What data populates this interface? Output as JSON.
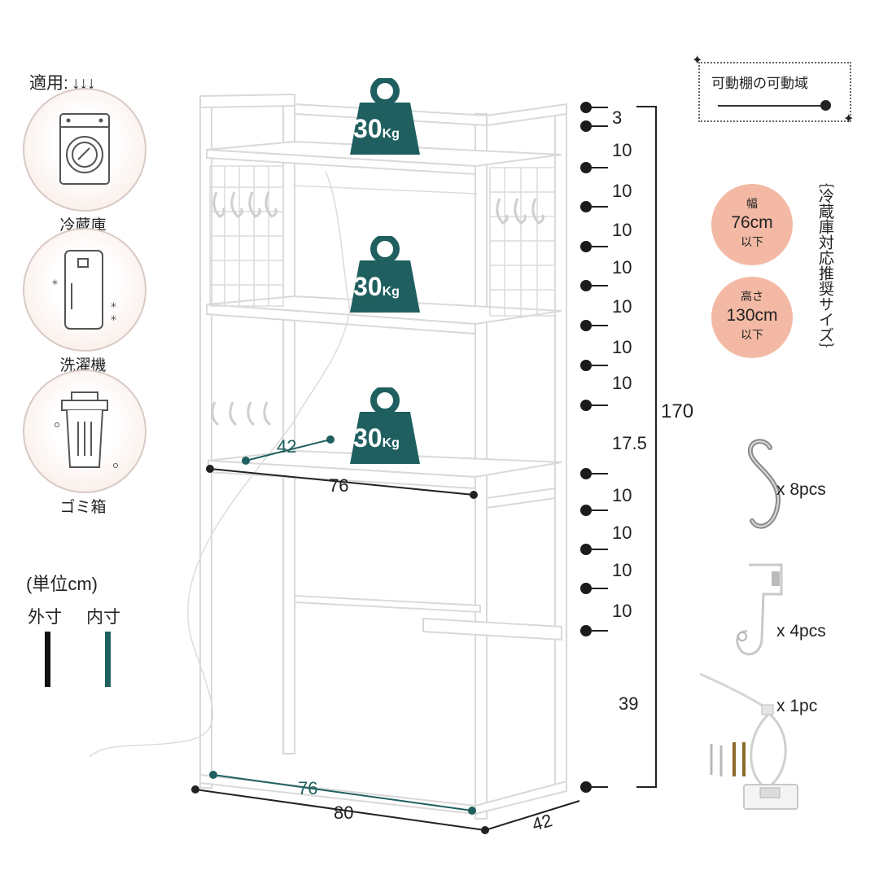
{
  "left_panel": {
    "applies_label": "適用:",
    "arrows": "↓↓↓",
    "items": [
      {
        "label": "冷蔵庫",
        "icon": "washing-machine-icon"
      },
      {
        "label": "洗濯機",
        "icon": "refrigerator-icon"
      },
      {
        "label": "ゴミ箱",
        "icon": "trash-can-icon"
      }
    ],
    "unit_label": "(単位cm)",
    "outer_label": "外寸",
    "inner_label": "内寸",
    "outer_color": "#111111",
    "inner_color": "#1f5f5f"
  },
  "shelf": {
    "load_badges": [
      {
        "value": "30",
        "unit": "Kg"
      },
      {
        "value": "30",
        "unit": "Kg"
      },
      {
        "value": "30",
        "unit": "Kg"
      }
    ],
    "badge_color": "#1f5f5f",
    "dims": {
      "shelf_depth_inner": "42",
      "shelf_width_inner": "76",
      "base_width_inner": "76",
      "base_width_outer": "80",
      "base_depth_outer": "42"
    }
  },
  "vertical_scale": {
    "intervals": [
      "3",
      "10",
      "10",
      "10",
      "10",
      "10",
      "10",
      "10",
      "17.5",
      "10",
      "10",
      "10",
      "10",
      "39"
    ],
    "total_height": "170"
  },
  "right_panel": {
    "legend_label": "可動棚の可動域",
    "fridge_size_title": "冷蔵庫対応推奨サイズ",
    "width_badge": {
      "l1": "幅",
      "l2": "76cm",
      "l3": "以下"
    },
    "height_badge": {
      "l1": "高さ",
      "l2": "130cm",
      "l3": "以下"
    },
    "badge_color": "#f3b9a4",
    "accessories": [
      {
        "icon": "s-hook-icon",
        "qty": "x 8pcs"
      },
      {
        "icon": "wall-hook-icon",
        "qty": "x 4pcs"
      },
      {
        "icon": "anti-tip-strap-icon",
        "qty": "x 1pc"
      }
    ]
  }
}
